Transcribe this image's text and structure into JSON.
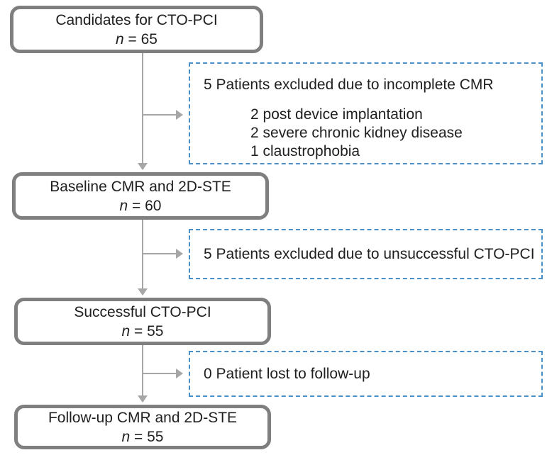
{
  "diagram": {
    "main_boxes": [
      {
        "label": "Candidates for CTO-PCI",
        "n_symbol": "n",
        "n_value": "= 65"
      },
      {
        "label": "Baseline CMR and 2D-STE",
        "n_symbol": "n",
        "n_value": "= 60"
      },
      {
        "label": "Successful CTO-PCI",
        "n_symbol": "n",
        "n_value": "= 55"
      },
      {
        "label": "Follow-up CMR and 2D-STE",
        "n_symbol": "n",
        "n_value": "= 55"
      }
    ],
    "exclusion_boxes": [
      {
        "heading": "5 Patients excluded due to incomplete CMR",
        "items": [
          "2 post device implantation",
          "2 severe chronic kidney disease",
          "1 claustrophobia"
        ]
      },
      {
        "heading": "5 Patients excluded due to unsuccessful CTO-PCI",
        "items": []
      },
      {
        "heading": "0 Patient lost to follow-up",
        "items": []
      }
    ],
    "colors": {
      "solid_box_border": "#7f7f7f",
      "dashed_box_border": "#4a90c8",
      "arrow": "#a6a6a6",
      "text": "#1f1f1f"
    }
  }
}
